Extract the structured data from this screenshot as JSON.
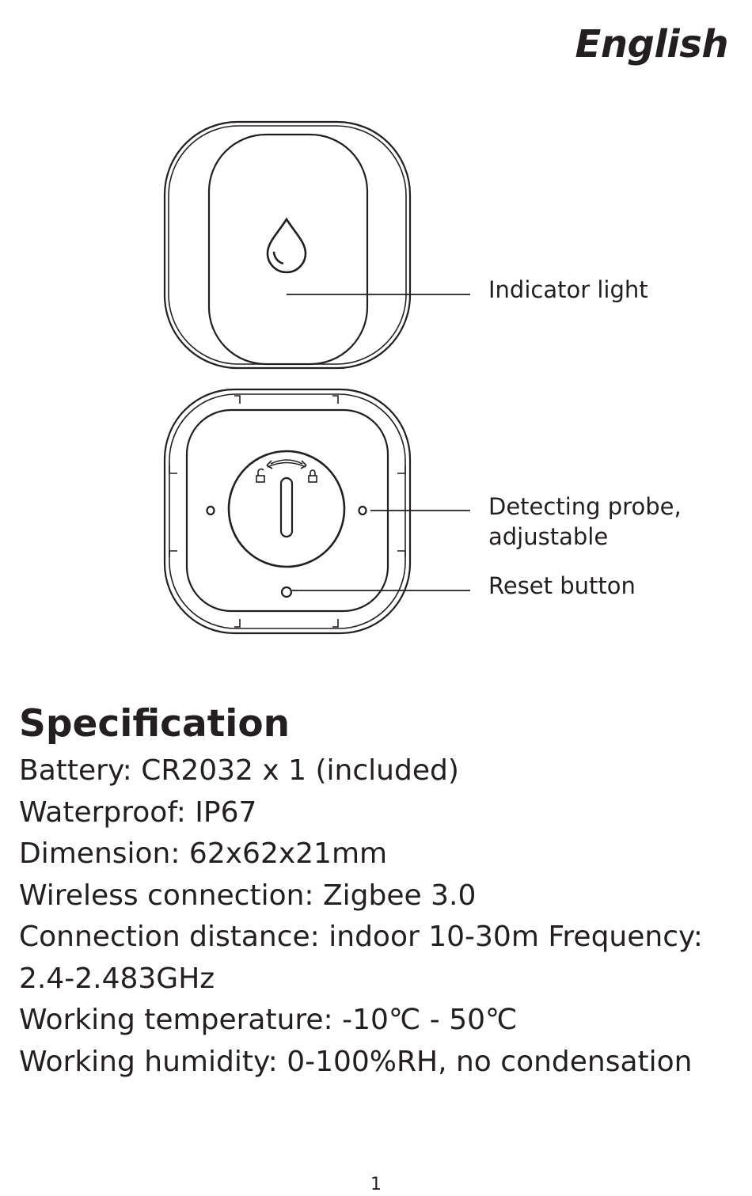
{
  "header": {
    "language": "English"
  },
  "diagram": {
    "callouts": {
      "indicator": [
        "Indicator light"
      ],
      "probe": [
        "Detecting probe,",
        "adjustable"
      ],
      "reset": [
        "Reset button"
      ]
    },
    "icons": [
      "water-drop-icon",
      "unlock-icon",
      "lock-icon",
      "rotate-arrow-icon"
    ]
  },
  "specification": {
    "title": "Specification",
    "items": [
      "Battery: CR2032 x 1 (included)",
      "Waterproof: IP67",
      "Dimension: 62x62x21mm",
      "Wireless connection: Zigbee 3.0",
      "Connection distance: indoor 10-30m Frequency: 2.4-2.483GHz",
      "Working temperature: -10℃ - 50℃",
      "Working humidity: 0-100%RH, no condensation"
    ]
  },
  "footer": {
    "page_number": "1"
  }
}
